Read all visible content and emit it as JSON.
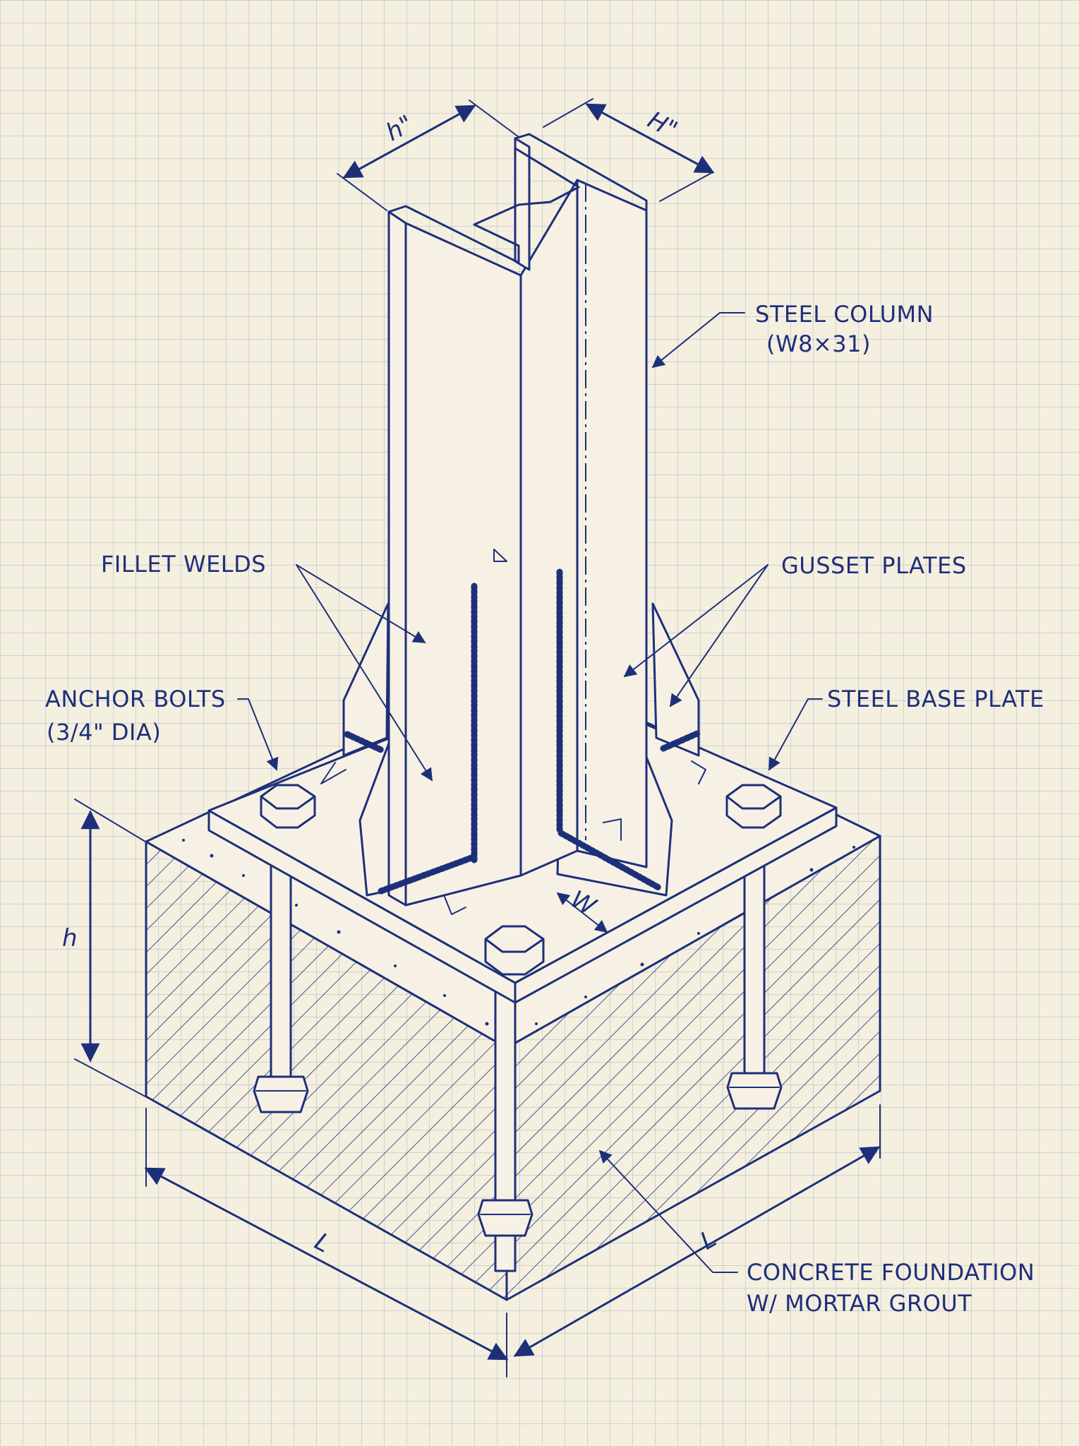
{
  "labels": {
    "steel_column": "STEEL COLUMN",
    "steel_column_size": "(W8×31)",
    "fillet_welds": "FILLET WELDS",
    "gusset_plates": "GUSSET PLATES",
    "anchor_bolts": "ANCHOR BOLTS",
    "anchor_bolts_size": "(3/4\" DIA)",
    "steel_base_plate": "STEEL BASE PLATE",
    "concrete_foundation": "CONCRETE FOUNDATION",
    "concrete_foundation_note": "W/ MORTAR GROUT"
  },
  "dimensions": {
    "flange_width": "h\"",
    "column_depth": "H\"",
    "foundation_height": "h",
    "foundation_length_left": "L",
    "foundation_length_right": "L",
    "weld_size": "W"
  },
  "colors": {
    "ink": "#1e2f7a",
    "paper": "#f5efdf",
    "grid": "#5c84aa"
  }
}
